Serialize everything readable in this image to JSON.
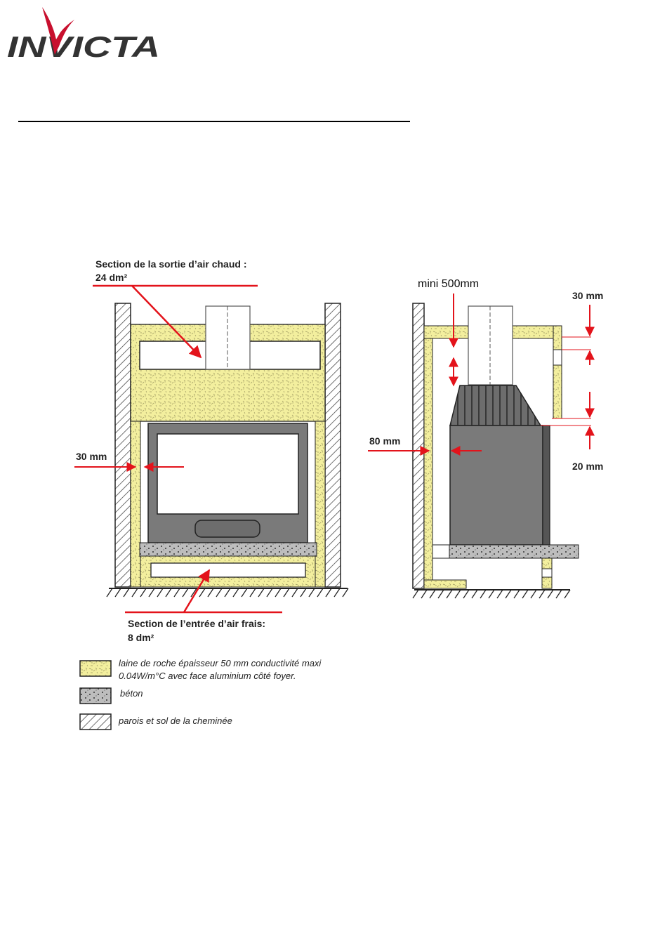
{
  "brand": {
    "name": "INVICTA",
    "colors": {
      "text": "#333333",
      "flame": "#c8102e"
    }
  },
  "colors": {
    "insulation": "#f3ef9e",
    "concrete": "#bdbdbd",
    "insert": "#7a7a7a",
    "arrow": "#e3131b"
  },
  "front_view": {
    "hot_air_outlet": {
      "line1": "Section de la sortie d’air chaud :",
      "line2": "24 dm²"
    },
    "fresh_air_inlet": {
      "line1": "Section de l’entrée d’air frais:",
      "line2": "8 dm²"
    },
    "side_gap": "30 mm"
  },
  "side_view": {
    "min_height": "mini 500mm",
    "top_gap": "30 mm",
    "lower_gap": "20 mm",
    "back_gap": "80 mm"
  },
  "legend": [
    {
      "swatch": "insulation-swatch",
      "line1": "laine de roche épaisseur 50 mm conductivité maxi",
      "line2": "0.04W/m°C avec face aluminium côté foyer."
    },
    {
      "swatch": "concrete-swatch",
      "line1": "béton",
      "line2": ""
    },
    {
      "swatch": "hatch-swatch",
      "line1": "parois et sol de la cheminée",
      "line2": ""
    }
  ]
}
